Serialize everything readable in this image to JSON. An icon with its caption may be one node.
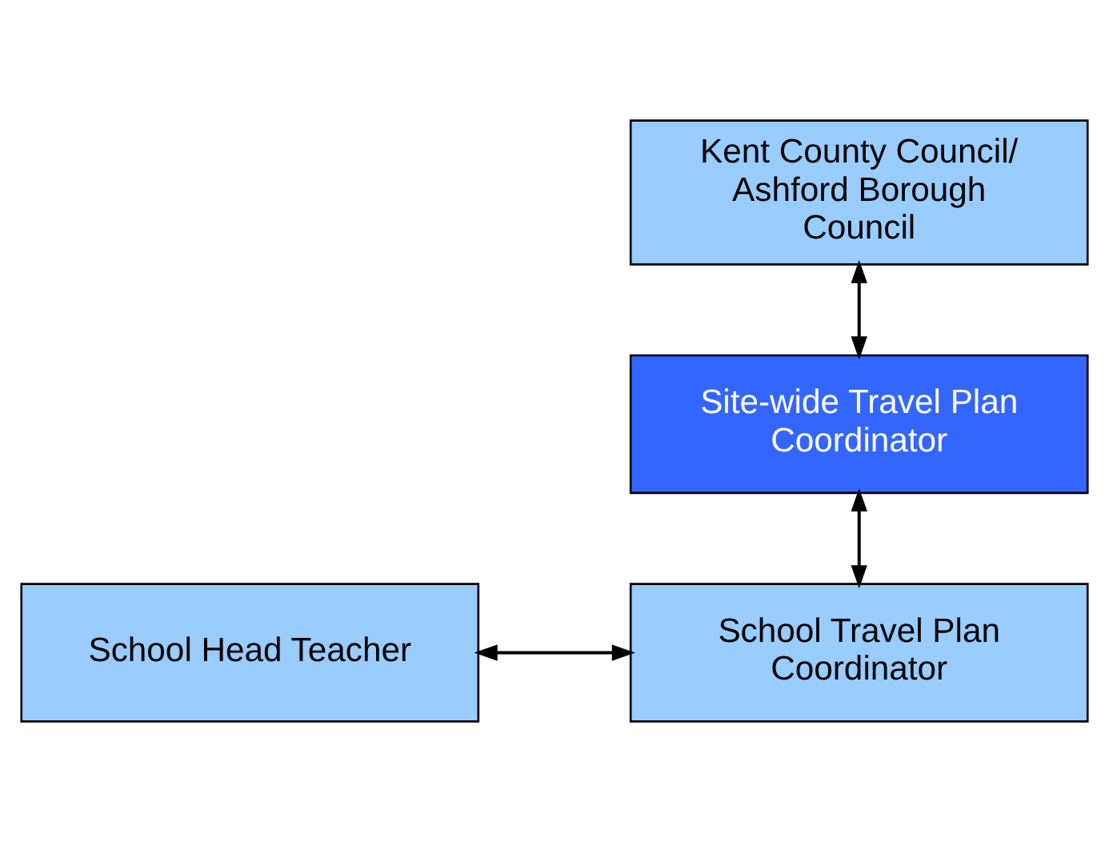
{
  "diagram": {
    "nodes": [
      {
        "text": [
          "Kent County Council/ Ashford Borough Council"
        ]
      },
      {
        "text": [
          "Site-wide Travel Plan Coordinator"
        ]
      },
      {
        "text": [
          "School Head Teacher"
        ]
      },
      {
        "text": [
          "School Travel Plan Coordinator"
        ]
      }
    ],
    "edges": [
      {
        "from": 0,
        "to": 1,
        "arrow": "both"
      },
      {
        "from": 1,
        "to": 3,
        "arrow": "both"
      },
      {
        "from": 2,
        "to": 3,
        "arrow": "both"
      }
    ]
  }
}
